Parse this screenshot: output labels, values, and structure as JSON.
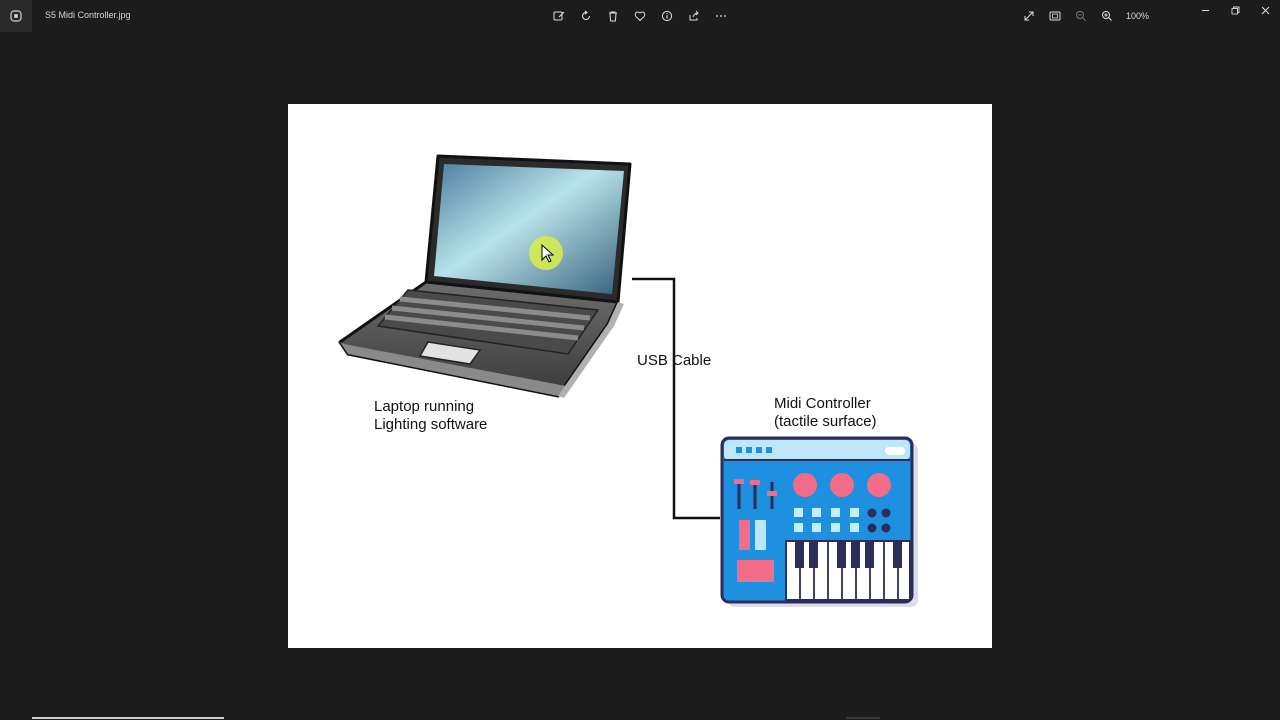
{
  "window": {
    "file_name": "S5 Midi Controller.jpg",
    "zoom_level": "100%"
  },
  "toolbar": {
    "icons": [
      "edit-image-icon",
      "rotate-icon",
      "delete-icon",
      "favorite-icon",
      "file-info-icon",
      "share-icon",
      "more-options-icon"
    ]
  },
  "view_controls": {
    "icons": [
      "full-screen-icon",
      "fit-to-window-icon",
      "zoom-out-icon",
      "zoom-in-icon"
    ]
  },
  "diagram": {
    "laptop_label_line1": "Laptop running",
    "laptop_label_line2": "Lighting software",
    "cable_label": "USB Cable",
    "controller_label_line1": "Midi Controller",
    "controller_label_line2": "(tactile surface)"
  },
  "colors": {
    "controller_body": "#1f8fe0",
    "controller_pads": "#f16d8a",
    "controller_buttons": "#bff0ff",
    "cursor_highlight": "#d9ec4a"
  }
}
